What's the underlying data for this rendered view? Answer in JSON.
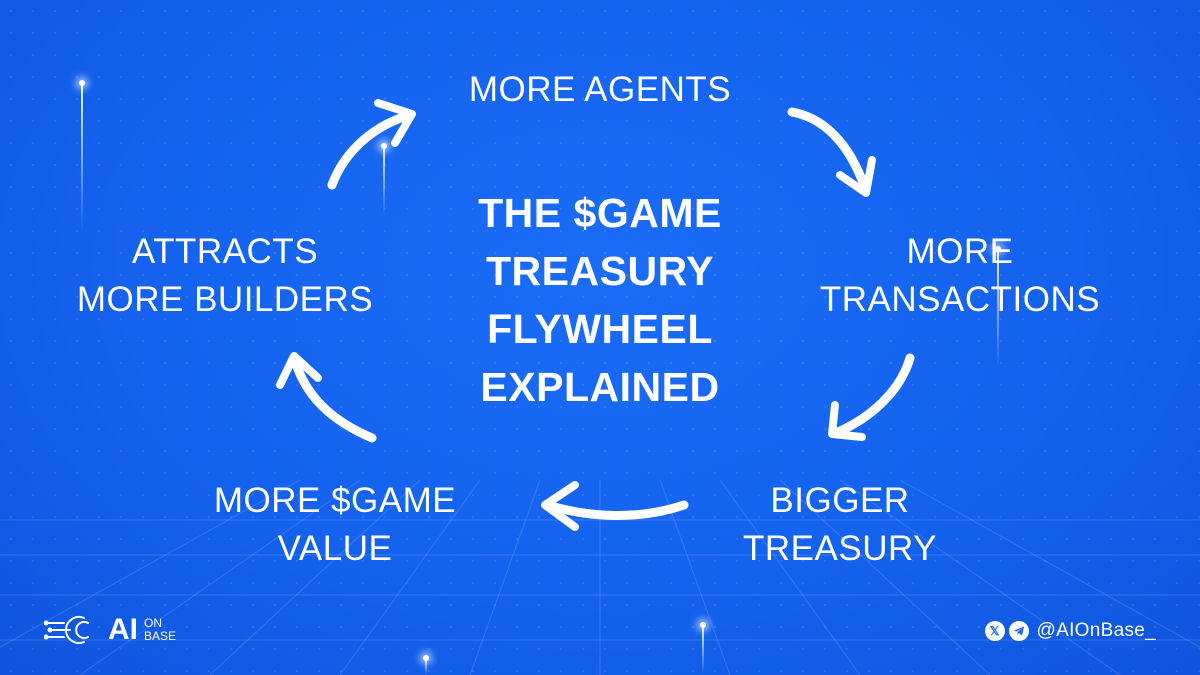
{
  "title_lines": [
    "THE $GAME",
    "TREASURY",
    "FLYWHEEL",
    "EXPLAINED"
  ],
  "steps": {
    "top": [
      "MORE AGENTS"
    ],
    "right": [
      "MORE",
      "TRANSACTIONS"
    ],
    "bottom_right": [
      "BIGGER",
      "TREASURY"
    ],
    "bottom_left": [
      "MORE $GAME",
      "VALUE"
    ],
    "left": [
      "ATTRACTS",
      "MORE BUILDERS"
    ]
  },
  "brand": {
    "logo_main": "AI",
    "logo_sub_1": "ON",
    "logo_sub_2": "BASE",
    "handle": "@AIOnBase_",
    "social_icons": [
      "x-icon",
      "telegram-icon"
    ]
  },
  "colors": {
    "background": "#1565f2",
    "text": "#ffffff"
  }
}
